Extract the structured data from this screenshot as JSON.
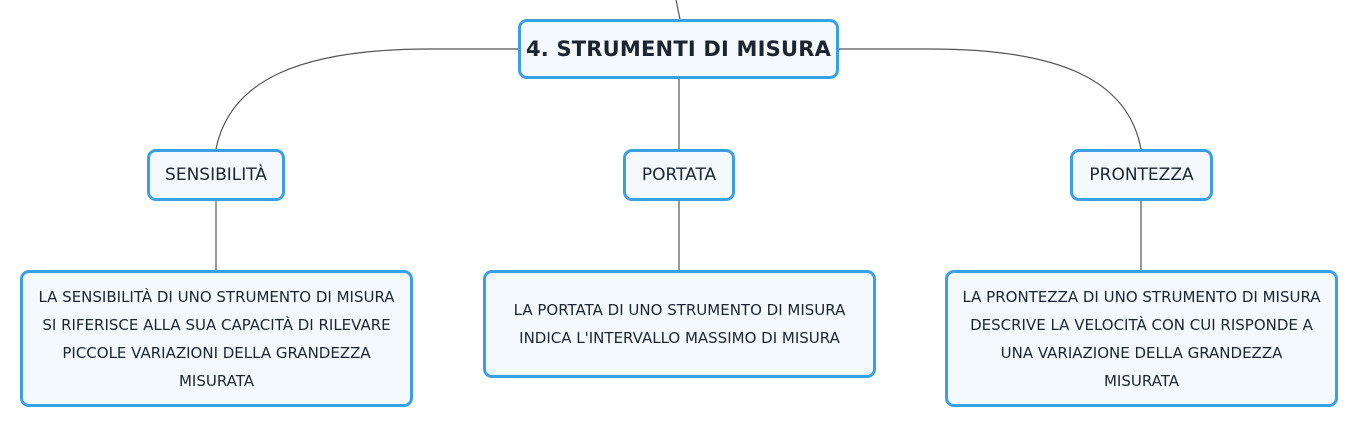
{
  "map": {
    "root": "4. STRUMENTI DI MISURA",
    "topics": [
      {
        "title": "SENSIBILITÀ",
        "description": "LA SENSIBILITÀ DI UNO STRUMENTO DI MISURA SI RIFERISCE ALLA SUA CAPACITÀ DI RILEVARE PICCOLE VARIAZIONI DELLA GRANDEZZA MISURATA"
      },
      {
        "title": "PORTATA",
        "description": "LA PORTATA DI UNO STRUMENTO DI MISURA INDICA L'INTERVALLO MASSIMO DI MISURA"
      },
      {
        "title": "PRONTEZZA",
        "description": "LA PRONTEZZA DI UNO STRUMENTO DI MISURA DESCRIVE LA VELOCITÀ CON CUI RISPONDE A UNA VARIAZIONE DELLA GRANDEZZA MISURATA"
      }
    ]
  },
  "colors": {
    "node_border": "#3aa0e6",
    "node_fill": "#f3f9fd",
    "connector": "#555555",
    "text": "#1c2430"
  }
}
